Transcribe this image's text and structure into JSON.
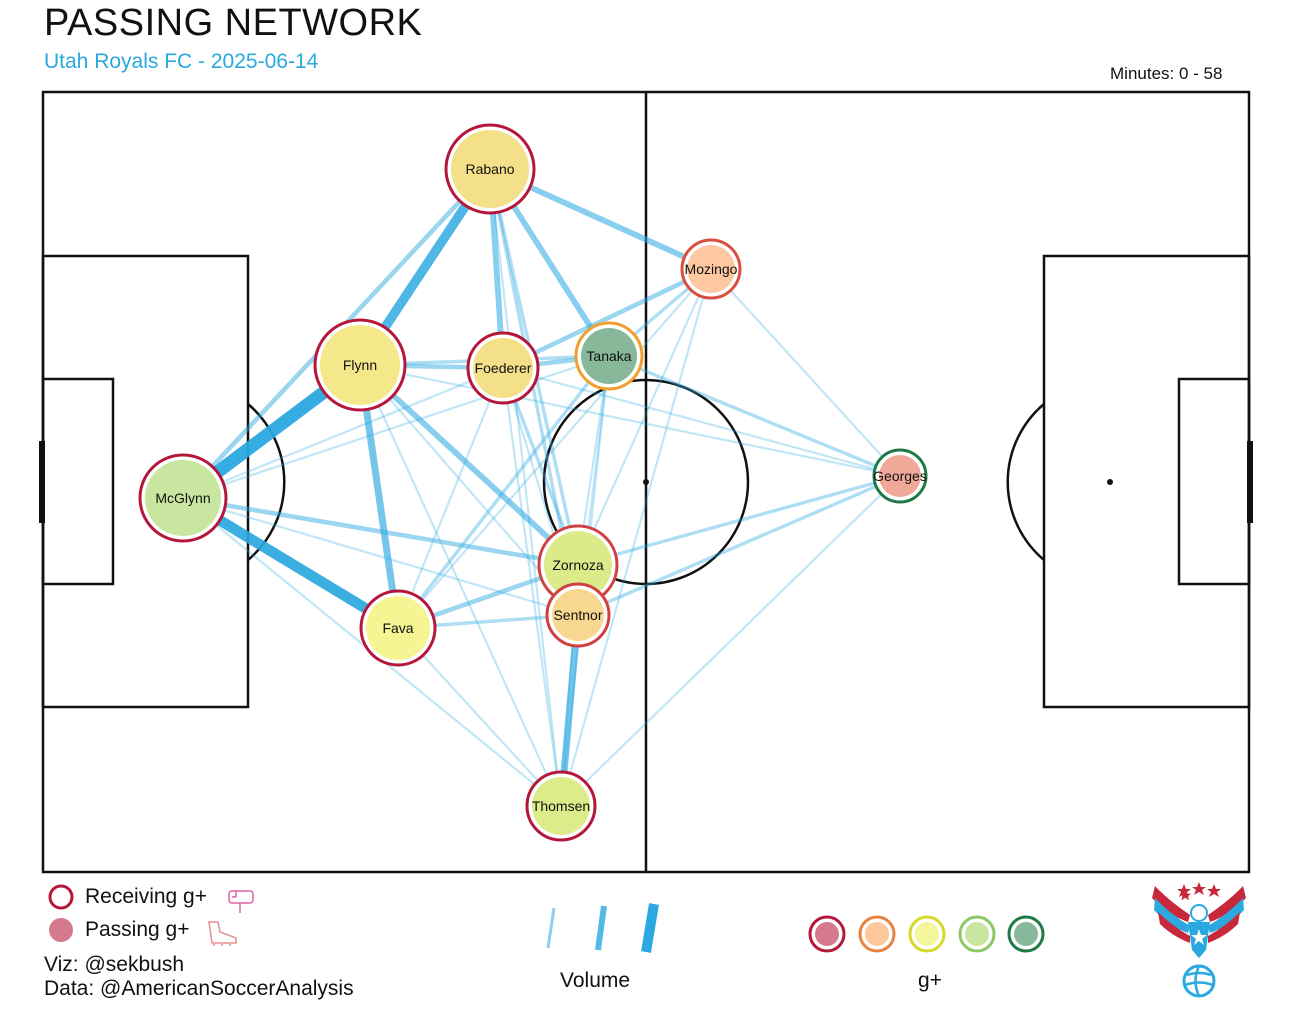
{
  "header": {
    "title": "PASSING NETWORK",
    "subtitle": "Utah Royals FC - 2025-06-14",
    "minutes": "Minutes: 0 - 58"
  },
  "colors": {
    "edge": "#2aa8e0",
    "rings": [
      "#b5173a",
      "#e8823f",
      "#d8d82a",
      "#8cc864",
      "#1e7a46"
    ],
    "fills": [
      "#d47a8c",
      "#ffc89a",
      "#f5f59a",
      "#c8e6a0",
      "#88b89a"
    ]
  },
  "players": [
    {
      "id": "rabano",
      "name": "Rabano",
      "fill": "#f5e08a",
      "ring": "#b5173a"
    },
    {
      "id": "mozingo",
      "name": "Mozingo",
      "fill": "#ffc8a0",
      "ring": "#d85040"
    },
    {
      "id": "flynn",
      "name": "Flynn",
      "fill": "#f5e88a",
      "ring": "#b5173a"
    },
    {
      "id": "foederer",
      "name": "Foederer",
      "fill": "#f5e08a",
      "ring": "#b5173a"
    },
    {
      "id": "tanaka",
      "name": "Tanaka",
      "fill": "#88b89a",
      "ring": "#f0a030"
    },
    {
      "id": "mcglynn",
      "name": "McGlynn",
      "fill": "#c8e6a0",
      "ring": "#b5173a"
    },
    {
      "id": "georges",
      "name": "Georges",
      "fill": "#f0a898",
      "ring": "#1e7a46"
    },
    {
      "id": "zornoza",
      "name": "Zornoza",
      "fill": "#dcea8a",
      "ring": "#d04040"
    },
    {
      "id": "sentnor",
      "name": "Sentnor",
      "fill": "#f8d890",
      "ring": "#d04040"
    },
    {
      "id": "fava",
      "name": "Fava",
      "fill": "#f5f594",
      "ring": "#b5173a"
    },
    {
      "id": "thomsen",
      "name": "Thomsen",
      "fill": "#dcec8a",
      "ring": "#b5173a"
    }
  ],
  "edges": [
    {
      "from": "mcglynn",
      "to": "flynn",
      "volume": 10
    },
    {
      "from": "mcglynn",
      "to": "fava",
      "volume": 8
    },
    {
      "from": "flynn",
      "to": "rabano",
      "volume": 7
    },
    {
      "from": "flynn",
      "to": "fava",
      "volume": 5
    },
    {
      "from": "sentnor",
      "to": "thomsen",
      "volume": 5
    },
    {
      "from": "rabano",
      "to": "tanaka",
      "volume": 4
    },
    {
      "from": "rabano",
      "to": "foederer",
      "volume": 4
    },
    {
      "from": "rabano",
      "to": "mozingo",
      "volume": 4
    },
    {
      "from": "flynn",
      "to": "zornoza",
      "volume": 4
    },
    {
      "from": "mcglynn",
      "to": "zornoza",
      "volume": 3
    },
    {
      "from": "fava",
      "to": "zornoza",
      "volume": 3
    },
    {
      "from": "mcglynn",
      "to": "rabano",
      "volume": 3
    },
    {
      "from": "flynn",
      "to": "foederer",
      "volume": 3
    },
    {
      "from": "foederer",
      "to": "tanaka",
      "volume": 3
    },
    {
      "from": "foederer",
      "to": "mozingo",
      "volume": 3
    },
    {
      "from": "tanaka",
      "to": "mozingo",
      "volume": 2
    },
    {
      "from": "rabano",
      "to": "zornoza",
      "volume": 2
    },
    {
      "from": "rabano",
      "to": "sentnor",
      "volume": 2
    },
    {
      "from": "foederer",
      "to": "zornoza",
      "volume": 2
    },
    {
      "from": "flynn",
      "to": "tanaka",
      "volume": 2
    },
    {
      "from": "zornoza",
      "to": "georges",
      "volume": 2
    },
    {
      "from": "tanaka",
      "to": "georges",
      "volume": 2
    },
    {
      "from": "sentnor",
      "to": "georges",
      "volume": 2
    },
    {
      "from": "fava",
      "to": "sentnor",
      "volume": 2
    },
    {
      "from": "fava",
      "to": "tanaka",
      "volume": 2
    },
    {
      "from": "mcglynn",
      "to": "foederer",
      "volume": 1
    },
    {
      "from": "mcglynn",
      "to": "tanaka",
      "volume": 1
    },
    {
      "from": "mcglynn",
      "to": "sentnor",
      "volume": 1
    },
    {
      "from": "mcglynn",
      "to": "thomsen",
      "volume": 1
    },
    {
      "from": "flynn",
      "to": "thomsen",
      "volume": 1
    },
    {
      "from": "flynn",
      "to": "sentnor",
      "volume": 1
    },
    {
      "from": "fava",
      "to": "thomsen",
      "volume": 1
    },
    {
      "from": "fava",
      "to": "foederer",
      "volume": 1
    },
    {
      "from": "fava",
      "to": "mozingo",
      "volume": 1
    },
    {
      "from": "thomsen",
      "to": "zornoza",
      "volume": 1
    },
    {
      "from": "thomsen",
      "to": "tanaka",
      "volume": 1
    },
    {
      "from": "thomsen",
      "to": "foederer",
      "volume": 1
    },
    {
      "from": "thomsen",
      "to": "georges",
      "volume": 1
    },
    {
      "from": "thomsen",
      "to": "mozingo",
      "volume": 1
    },
    {
      "from": "zornoza",
      "to": "tanaka",
      "volume": 1
    },
    {
      "from": "zornoza",
      "to": "mozingo",
      "volume": 1
    },
    {
      "from": "sentnor",
      "to": "tanaka",
      "volume": 1
    },
    {
      "from": "foederer",
      "to": "sentnor",
      "volume": 1
    },
    {
      "from": "rabano",
      "to": "thomsen",
      "volume": 1
    },
    {
      "from": "mozingo",
      "to": "georges",
      "volume": 1
    },
    {
      "from": "foederer",
      "to": "georges",
      "volume": 1
    },
    {
      "from": "flynn",
      "to": "georges",
      "volume": 1
    }
  ],
  "legend": {
    "receiving": "Receiving g+",
    "passing": "Passing g+",
    "volume": "Volume",
    "gplus": "g+",
    "viz_credit": "Viz: @sekbush",
    "data_credit": "Data: @AmericanSoccerAnalysis"
  }
}
